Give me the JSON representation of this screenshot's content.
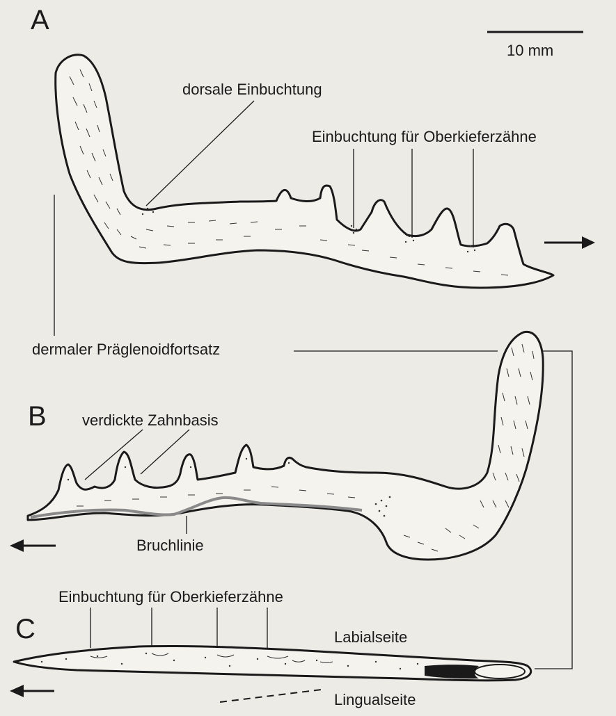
{
  "panels": {
    "a": "A",
    "b": "B",
    "c": "C"
  },
  "scale_bar": {
    "label": "10 mm"
  },
  "labels": {
    "dorsale_einbuchtung": "dorsale Einbuchtung",
    "einbuchtung_a": "Einbuchtung für Oberkieferzähne",
    "praeglenoid": "dermaler Präglenoidfortsatz",
    "verdickte_zahnbasis": "verdickte Zahnbasis",
    "bruchlinie": "Bruchlinie",
    "einbuchtung_c": "Einbuchtung für Oberkieferzähne",
    "labialseite": "Labialseite",
    "lingualseite": "Lingualseite"
  },
  "colors": {
    "ink": "#1a1a1a",
    "paper": "#ecebe6",
    "bone": "#f4f3ee",
    "fracture": "#8a8a8a"
  }
}
